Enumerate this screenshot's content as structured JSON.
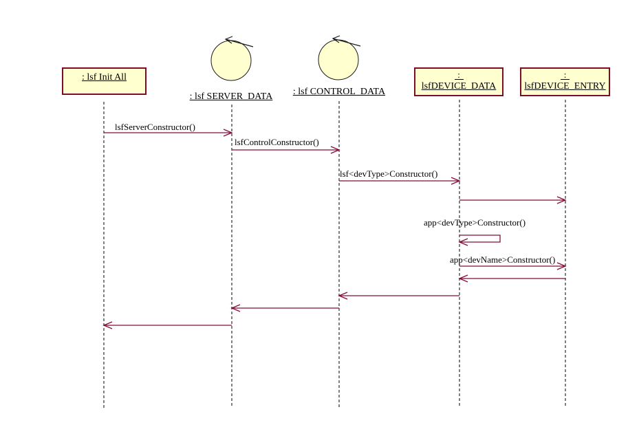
{
  "colors": {
    "background": "#FFFFFF",
    "object_fill": "#FFFFD0",
    "object_border": "#7D0C2B",
    "message_color": "#840B3A",
    "lifeline_color": "#000000",
    "text_color": "#000000"
  },
  "objects": [
    {
      "id": "lsf-init-all",
      "kind": "object-box",
      "name": ": lsf Init All"
    },
    {
      "id": "lsf-server-data",
      "kind": "control-object",
      "name": ": lsf SERVER_DATA"
    },
    {
      "id": "lsf-control-data",
      "kind": "control-object",
      "name": ": lsf CONTROL_DATA"
    },
    {
      "id": "lsf-device-data",
      "kind": "object-box",
      "colon": ":",
      "name": "lsfDEVICE_DATA"
    },
    {
      "id": "lsf-device-entry",
      "kind": "object-box",
      "colon": ":",
      "name": "lsfDEVICE_ENTRY"
    }
  ],
  "messages": [
    {
      "label": "lsfServerConstructor()",
      "from": "lsf-init-all",
      "to": "lsf-server-data",
      "kind": "call"
    },
    {
      "label": "lsfControlConstructor()",
      "from": "lsf-server-data",
      "to": "lsf-control-data",
      "kind": "call"
    },
    {
      "label": "lsf<devType>Constructor()",
      "from": "lsf-control-data",
      "to": "lsf-device-data",
      "kind": "call"
    },
    {
      "label": "",
      "from": "lsf-device-data",
      "to": "lsf-device-entry",
      "kind": "call"
    },
    {
      "label": "app<devType>Constructor()",
      "from": "lsf-device-data",
      "to": "lsf-device-data",
      "kind": "self-call"
    },
    {
      "label": "app<devName>Constructor()",
      "from": "lsf-device-data",
      "to": "lsf-device-entry",
      "kind": "call"
    },
    {
      "label": "",
      "from": "lsf-device-entry",
      "to": "lsf-device-data",
      "kind": "return"
    },
    {
      "label": "",
      "from": "lsf-device-data",
      "to": "lsf-control-data",
      "kind": "return"
    },
    {
      "label": "",
      "from": "lsf-control-data",
      "to": "lsf-server-data",
      "kind": "return"
    },
    {
      "label": "",
      "from": "lsf-server-data",
      "to": "lsf-init-all",
      "kind": "return"
    }
  ]
}
